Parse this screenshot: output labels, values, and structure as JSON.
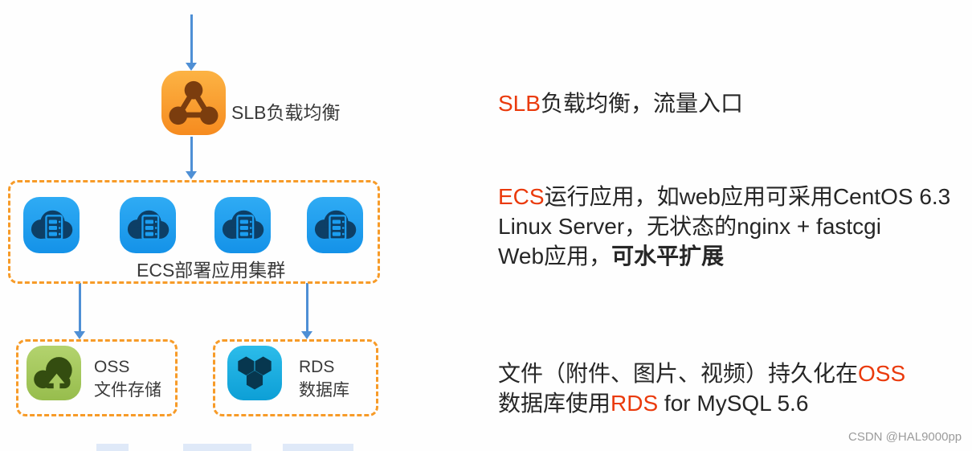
{
  "colors": {
    "accent_red": "#ea3a0c",
    "arrow_blue": "#4e8fd5",
    "dash_border_orange": "#f79b28",
    "slb_orange": "#f68b1f",
    "ecs_blue": "#1b9df0",
    "oss_green": "#a6c95e",
    "rds_cyan": "#15aee0"
  },
  "icons": {
    "slb": "load-balancer-icon",
    "ecs": "cloud-server-icon",
    "oss": "object-storage-icon",
    "rds": "database-icon",
    "arrows": "arrow-down-icon"
  },
  "diagram": {
    "slb_label": "SLB负载均衡",
    "ecs_label": "ECS部署应用集群",
    "oss_title": "OSS",
    "oss_subtitle": "文件存储",
    "rds_title": "RDS",
    "rds_subtitle": "数据库"
  },
  "annotations": {
    "slb": {
      "accent": "SLB",
      "rest": "负载均衡，流量入口"
    },
    "ecs": {
      "accent": "ECS",
      "line1_rest": "运行应用，如web应用可采用CentOS 6.3",
      "line2": "Linux Server，无状态的nginx + fastcgi",
      "line3_pre": "Web应用，",
      "line3_bold": "可水平扩展"
    },
    "storage": {
      "line1_pre": "文件（附件、图片、视频）持久化在",
      "line1_accent": "OSS",
      "line2_pre": "数据库使用",
      "line2_accent": "RDS",
      "line2_rest": " for MySQL 5.6"
    }
  },
  "watermark": "CSDN @HAL9000pp"
}
